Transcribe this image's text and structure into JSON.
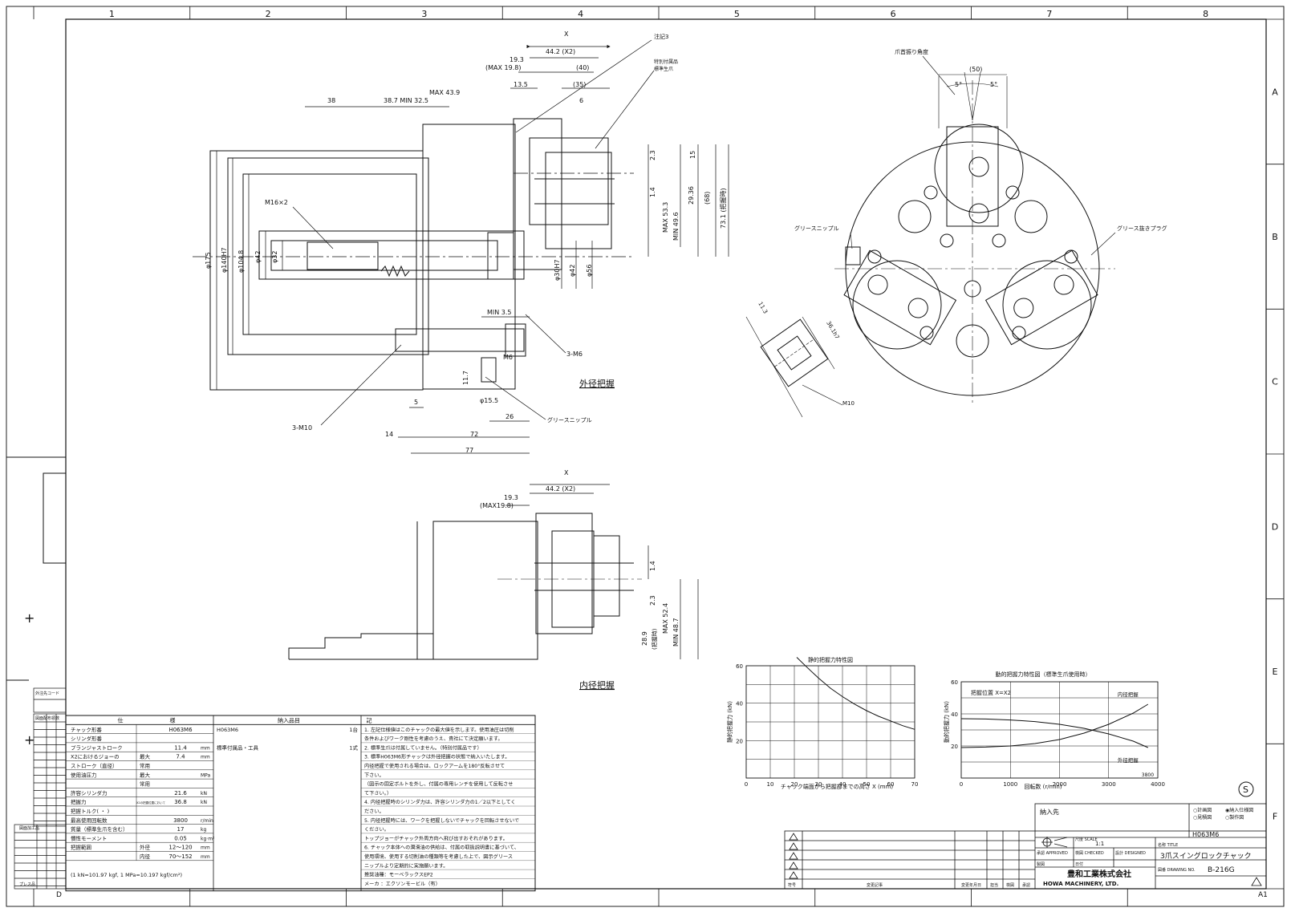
{
  "sheet": {
    "columns": [
      "1",
      "2",
      "3",
      "4",
      "5",
      "6",
      "7",
      "8"
    ],
    "rows": [
      "A",
      "B",
      "C",
      "D",
      "E",
      "F"
    ],
    "bottom_left_mark": "D",
    "bottom_right_mark": "A1",
    "s_mark": "S"
  },
  "section_titles": {
    "outer_grip": "外径把握",
    "inner_grip": "内径把握"
  },
  "side_dims": [
    {
      "text": "X"
    },
    {
      "text": "44.2 (X2)"
    },
    {
      "text": "19.3"
    },
    {
      "text": "(MAX 19.8)"
    },
    {
      "text": "(40)"
    },
    {
      "text": "13.5"
    },
    {
      "text": "(35)"
    },
    {
      "text": "6"
    },
    {
      "text": "38"
    },
    {
      "text": "38.7  MIN 32.5"
    },
    {
      "text": "MAX 43.9"
    },
    {
      "text": "M16×2"
    },
    {
      "text": "φ175"
    },
    {
      "text": "φ140H7"
    },
    {
      "text": "φ104.8"
    },
    {
      "text": "φ42"
    },
    {
      "text": "φ32"
    },
    {
      "text": "φ30H7"
    },
    {
      "text": "φ42"
    },
    {
      "text": "φ56"
    },
    {
      "text": "2.3"
    },
    {
      "text": "15"
    },
    {
      "text": "1.4"
    },
    {
      "text": "29.36"
    },
    {
      "text": "MAX 53.3"
    },
    {
      "text": "MIN 49.6"
    },
    {
      "text": "(68)"
    },
    {
      "text": "73.1 (把握時)"
    },
    {
      "text": "MIN 3.5"
    },
    {
      "text": "3-M6"
    },
    {
      "text": "M6"
    },
    {
      "text": "11.7"
    },
    {
      "text": "φ15.5"
    },
    {
      "text": "5"
    },
    {
      "text": "26"
    },
    {
      "text": "3-M10"
    },
    {
      "text": "14"
    },
    {
      "text": "72"
    },
    {
      "text": "77"
    }
  ],
  "callouts": {
    "note3": "注記3",
    "special_jaw": "特別付属品",
    "special_jaw2": "標準生爪",
    "grease_nipple": "グリースニップル",
    "grease_nipple_right": "グリースニップル",
    "grease_plug": "グリース抜きプラグ",
    "swing_angle": "爪首振り角度",
    "dim_50": "(50)",
    "angle_left": "5°",
    "angle_right": "5°",
    "detail_113": "11.3",
    "detail_36": "36.1h7",
    "detail_m10": "M10"
  },
  "inner_dims": [
    {
      "text": "X"
    },
    {
      "text": "44.2 (X2)"
    },
    {
      "text": "19.3"
    },
    {
      "text": "(MAX19.8)"
    },
    {
      "text": "1.4"
    },
    {
      "text": "2.3"
    },
    {
      "text": "MAX 52.4"
    },
    {
      "text": "MIN 48.7"
    },
    {
      "text": "28.9"
    },
    {
      "text": "(把握時)"
    }
  ],
  "chart_data": [
    {
      "type": "line",
      "title": "静的把握力特性図",
      "xlabel": "チャック端面から把握部までの高さ X (mm)",
      "ylabel": "静的把握力 (kN)",
      "xlim": [
        0,
        70
      ],
      "ylim": [
        0,
        60
      ],
      "x_ticks": [
        0,
        10,
        20,
        30,
        40,
        50,
        60,
        70
      ],
      "y_ticks": [
        20,
        40,
        60
      ],
      "grid": true,
      "series": [
        {
          "x": [
            21,
            25,
            30,
            35,
            40,
            45,
            50,
            55,
            60,
            65,
            70
          ],
          "y": [
            64.5,
            59.5,
            53.5,
            48,
            43.5,
            39.5,
            36,
            33,
            30.5,
            28,
            26
          ]
        }
      ]
    },
    {
      "type": "line",
      "title": "動的把握力特性図（標準生爪使用時）",
      "xlabel": "回転数 (r/min)",
      "ylabel": "動的把握力 (kN)",
      "xlim": [
        0,
        4000
      ],
      "ylim": [
        0,
        60
      ],
      "x_ticks": [
        0,
        1000,
        2000,
        3000,
        4000
      ],
      "y_ticks": [
        20,
        40,
        60
      ],
      "grid": true,
      "annotation": "把握位置  X=X2",
      "end_label": "3800",
      "series": [
        {
          "name": "内径把握",
          "x": [
            0,
            500,
            1000,
            1500,
            2000,
            2500,
            3000,
            3500,
            3800
          ],
          "y": [
            19,
            19.3,
            20,
            21.5,
            24,
            28,
            33.5,
            40.5,
            46
          ]
        },
        {
          "name": "外径把握",
          "x": [
            0,
            500,
            1000,
            1500,
            2000,
            2500,
            3000,
            3500,
            3800
          ],
          "y": [
            37,
            36.8,
            36.2,
            35.2,
            33.5,
            31,
            27.5,
            23,
            19
          ]
        }
      ]
    }
  ],
  "spec_table": {
    "header": [
      "仕",
      "様",
      "納入品目",
      "記"
    ],
    "rows": [
      {
        "label": "チャック形番",
        "value": "H063M6",
        "unit": ""
      },
      {
        "label": "シリンダ形番",
        "value": "",
        "unit": ""
      },
      {
        "label": "プランジャストローク",
        "value": "11.4",
        "unit": "mm"
      },
      {
        "label": "X2におけるジョーの",
        "sub": "最大",
        "value": "7.4",
        "unit": "mm"
      },
      {
        "label": "ストローク（直径）",
        "sub": "常用",
        "value": "",
        "unit": ""
      },
      {
        "label": "使用油圧力",
        "sub": "最大",
        "value": "",
        "unit": "MPa"
      },
      {
        "label": "",
        "sub": "常用",
        "value": "",
        "unit": ""
      },
      {
        "label": "許容シリンダ力",
        "value": "21.6",
        "unit": "kN"
      },
      {
        "label": "把握力",
        "sub": "X2の把握位置において",
        "value": "36.8",
        "unit": "kN"
      },
      {
        "label": "把握トルク(  ・  )",
        "value": "",
        "unit": ""
      },
      {
        "label": "最高使用回転数",
        "value": "3800",
        "unit": "r/min"
      },
      {
        "label": "質量（標準生爪を含む）",
        "value": "17",
        "unit": "kg"
      },
      {
        "label": "慣性モーメント",
        "value": "0.05",
        "unit": "kg·m²"
      },
      {
        "label": "把握範囲",
        "sub": "外径",
        "value": "12～120",
        "unit": "mm"
      },
      {
        "label": "",
        "sub": "内径",
        "value": "70～152",
        "unit": "mm"
      }
    ],
    "units_note": "(1 kN=101.97 kgf, 1 MPa=10.197 kgf/cm²)",
    "items": [
      {
        "name": "H063M6",
        "qty": "1台"
      },
      {
        "name": "標準付属品・工具",
        "qty": "1式"
      }
    ],
    "notes": [
      "1. 左記仕様値はこのチャックの最大値を示します。使用油圧は切削",
      "条件およびワーク剛性を考慮のうえ、貴社にて決定願います。",
      "2. 標準生爪は付属していません。（特別付属品です）",
      "3. 標準H063M6形チャックは外径把握の状態で納入いたします。",
      "内径把握で使用される場合は、ロックアームを180°反転させて",
      "下さい。",
      "（図示の固定ボルトを外し、付属の専用レンチを使用して反転させ",
      "て下さい。）",
      "4. 内径把握時のシリンダ力は、許容シリンダ力の1／2以下としてく",
      "ださい。",
      "5. 内径把握時には、ワークを把握しないでチャックを回転させないで",
      "ください。",
      "トップジョーがチャック外周方向へ飛び出すおそれがあります。",
      "6. チャック本体への潤滑油の供給は、付属の取扱説明書に基づいて、",
      "使用環境、使用する切削油の種類等を考慮した上で、図示グリース",
      "ニップルより定期的に実施願います。",
      "推奨油種：モーベラックスEP2",
      "メーカ  ：エクソンモービル（有）"
    ]
  },
  "left_strip": {
    "title": "外注先コード",
    "head": "図面配布領数",
    "footer": "図面加工品",
    "bottom": "プレス品"
  },
  "title_block": {
    "delivery_label": "納入先",
    "checks": [
      "○計画図",
      "◉納入仕様図",
      "○見積図",
      "○製作図"
    ],
    "model": "H063M6",
    "scale_label": "尺度 SCALE",
    "scale": "1:1",
    "approved": "承認 APPROVED",
    "checked": "検図 CHECKED",
    "designed": "設計 DESIGNED",
    "title_label": "名称 TITLE",
    "title": "3爪スイングロックチャック",
    "drawn": "製図",
    "date": "日付",
    "company_jp": "豊和工業株式会社",
    "company_en": "HOWA MACHINERY, LTD.",
    "drawing_label": "図番 DRAWING NO.",
    "drawing_no": "B-216G",
    "rev_headers": [
      "符号",
      "変更記事",
      "変更年月日",
      "担当",
      "検図",
      "承認"
    ]
  }
}
